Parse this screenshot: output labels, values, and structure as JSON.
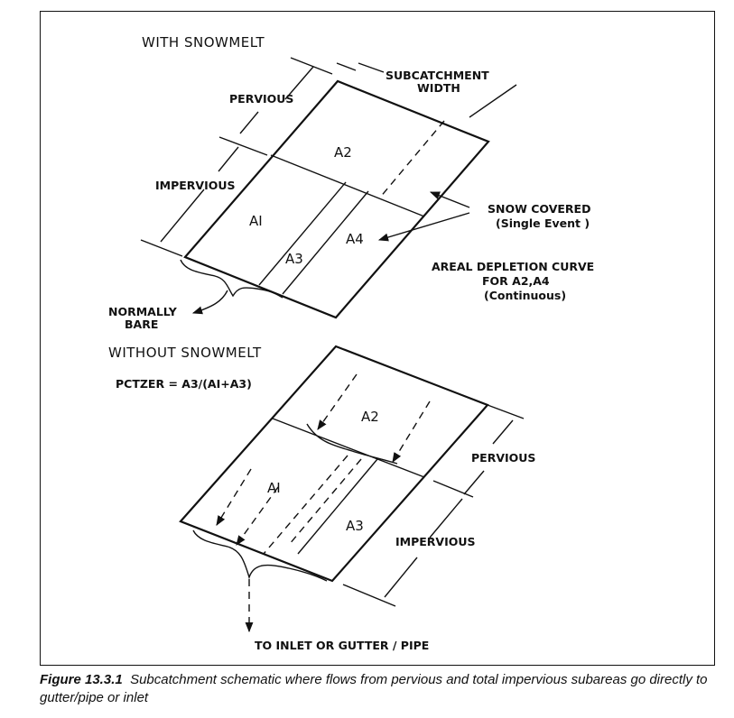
{
  "top": {
    "title": "WITH SNOWMELT",
    "pervious": "PERVIOUS",
    "impervious": "IMPERVIOUS",
    "width_line1": "SUBCATCHMENT",
    "width_line2": "WIDTH",
    "a1": "AI",
    "a2": "A2",
    "a3": "A3",
    "a4": "A4",
    "snow_line1": "SNOW COVERED",
    "snow_line2": "(Single Event )",
    "adc_line1": "AREAL DEPLETION CURVE",
    "adc_line2": "FOR A2,A4",
    "adc_line3": "(Continuous)",
    "bare_line1": "NORMALLY",
    "bare_line2": "BARE"
  },
  "bottom": {
    "title": "WITHOUT SNOWMELT",
    "formula": "PCTZER = A3/(AI+A3)",
    "a1": "AI",
    "a2": "A2",
    "a3": "A3",
    "pervious": "PERVIOUS",
    "impervious": "IMPERVIOUS",
    "inlet": "TO INLET OR GUTTER / PIPE"
  },
  "caption": {
    "figure": "Figure 13.3.1",
    "text": "Subcatchment schematic where flows from pervious and total impervious subareas go directly to gutter/pipe or inlet"
  }
}
